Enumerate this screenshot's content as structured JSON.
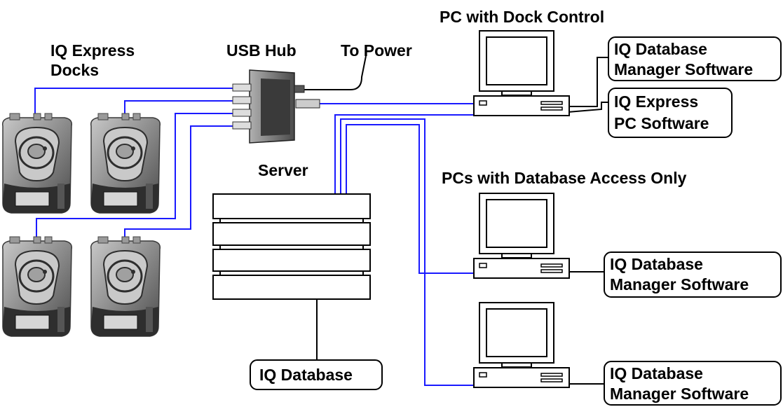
{
  "labels": {
    "docks_line1": "IQ Express",
    "docks_line2": "Docks",
    "usb_hub": "USB Hub",
    "to_power": "To Power",
    "pc_dock_control": "PC with Dock Control",
    "server": "Server",
    "pcs_db_access": "PCs with Database Access Only"
  },
  "boxes": {
    "dock_pc_db_manager": [
      "IQ Database",
      "Manager Software"
    ],
    "dock_pc_express_sw": [
      "IQ Express",
      "PC Software"
    ],
    "pc2_db_manager": [
      "IQ Database",
      "Manager Software"
    ],
    "pc3_db_manager": [
      "IQ Database",
      "Manager Software"
    ],
    "iq_database": "IQ Database"
  },
  "colors": {
    "wire": "#1a1aff",
    "line": "#000000",
    "dock_body": "#7f7f7f",
    "dock_dark": "#2e2e2e"
  },
  "icons": [
    "dock-device-icon",
    "usb-hub-icon",
    "computer-monitor-icon",
    "desktop-case-icon",
    "server-rack-icon"
  ]
}
